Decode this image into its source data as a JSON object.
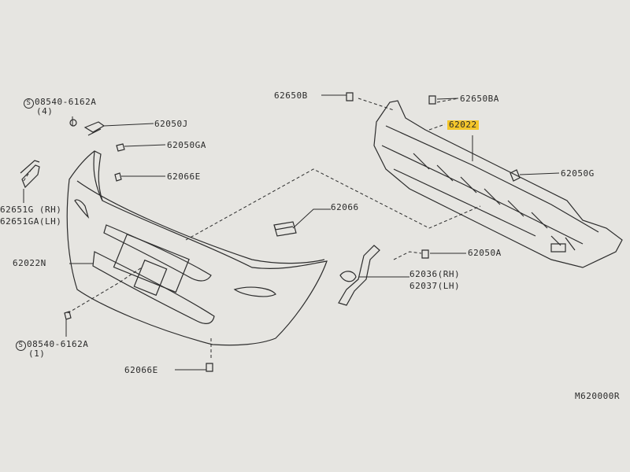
{
  "diagram": {
    "doc_id": "M620000R",
    "highlight_color": "#f4c62a",
    "labels": {
      "p62650B": "62650B",
      "p62650BA": "62650BA",
      "p62022": "62022",
      "p62050G": "62050G",
      "p62050J": "62050J",
      "p62050GA": "62050GA",
      "p62066E_top": "62066E",
      "p62651G": "62651G (RH)",
      "p62651GA": "62651GA(LH)",
      "p62066": "62066",
      "p62022N": "62022N",
      "p62050A": "62050A",
      "p62036": "62036(RH)",
      "p62037": "62037(LH)",
      "p62066E_bot": "62066E",
      "screw_top": "08540-6162A",
      "screw_top_qty": "(4)",
      "screw_bot": "08540-6162A",
      "screw_bot_qty": "(1)",
      "screw_symbol": "S"
    }
  }
}
